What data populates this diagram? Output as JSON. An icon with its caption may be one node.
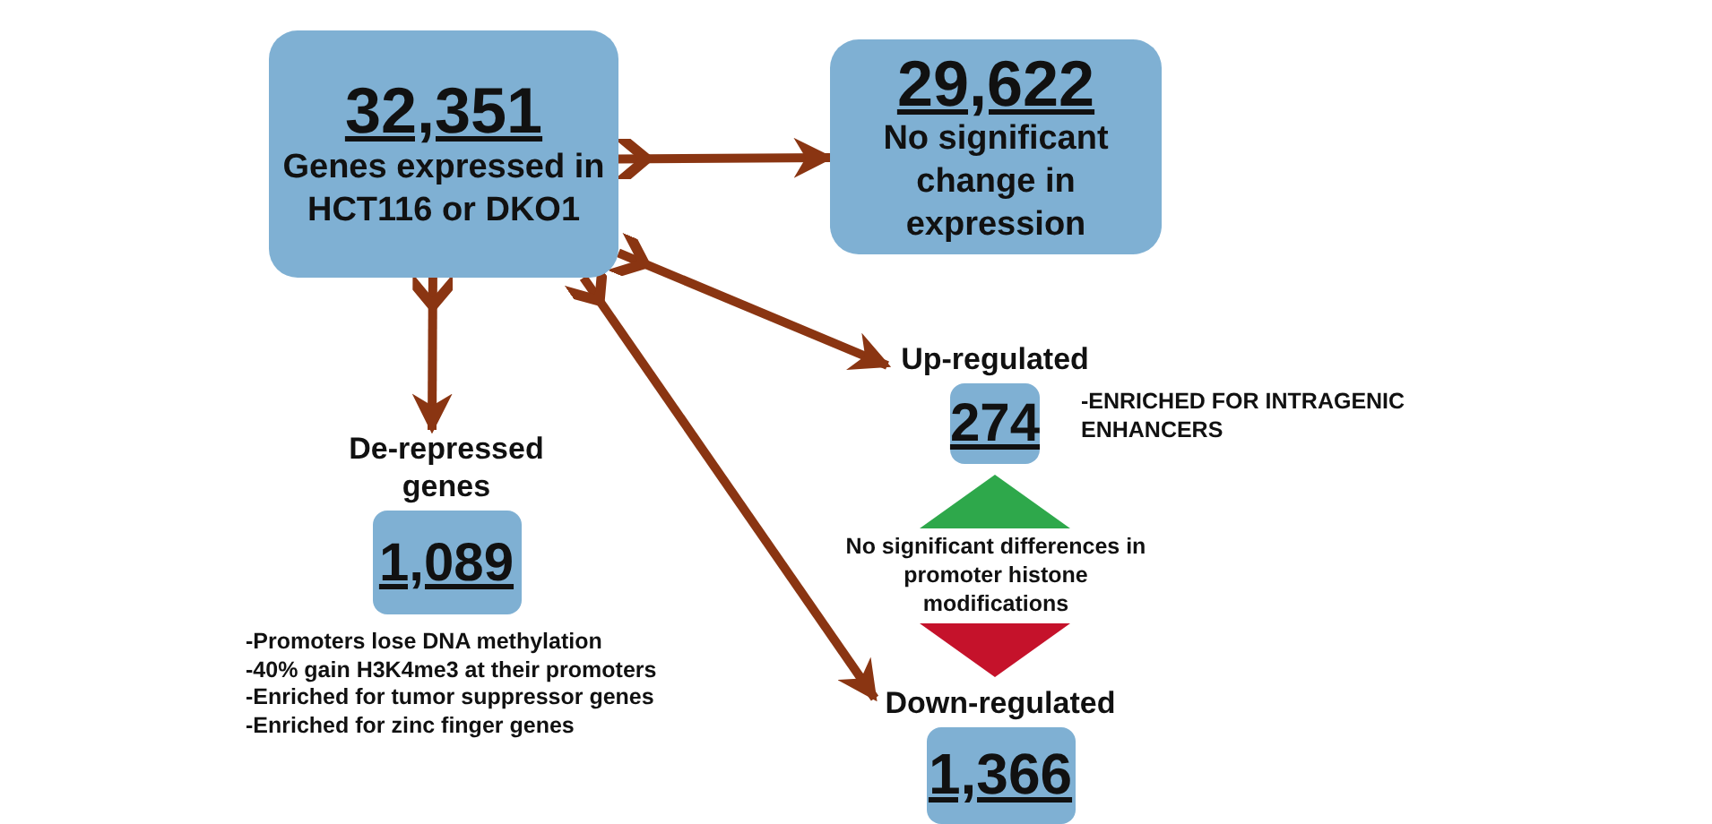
{
  "diagram": {
    "nodes": [
      {
        "text": [
          "32,351",
          "Genes expressed in HCT116 or DKO1"
        ]
      },
      {
        "text": [
          "29,622",
          "No significant change in expression"
        ]
      },
      {
        "text": [
          "Up-regulated",
          "274"
        ],
        "beside": [
          "-ENRICHED FOR INTRAGENIC ENHANCERS"
        ]
      },
      {
        "text": [
          "De-repressed genes",
          "1,089"
        ],
        "beside": [
          "-Promoters lose DNA methylation",
          "-40% gain H3K4me3 at their promoters",
          "-Enriched for tumor suppressor genes",
          "-Enriched for zinc finger genes"
        ]
      },
      {
        "text": [
          "Down-regulated",
          "1,366"
        ]
      }
    ],
    "edges": [
      {
        "from": 0,
        "to": 1,
        "arrow": "to"
      },
      {
        "from": 0,
        "to": 2,
        "arrow": "to"
      },
      {
        "from": 0,
        "to": 3,
        "arrow": "to"
      },
      {
        "from": 0,
        "to": 4,
        "arrow": "to"
      }
    ],
    "labels": [
      "No significant differences in promoter histone modifications"
    ]
  }
}
